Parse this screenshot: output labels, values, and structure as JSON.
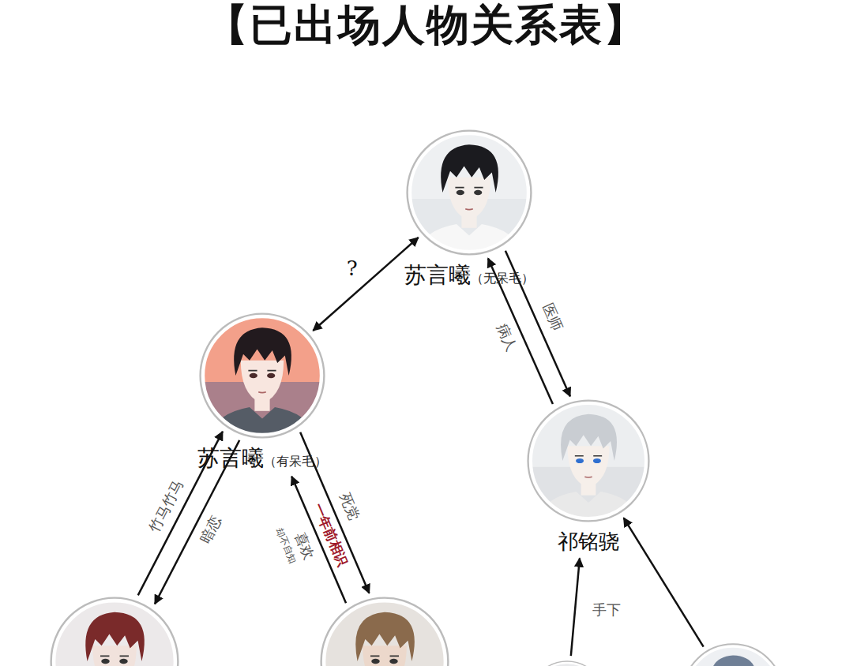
{
  "diagram": {
    "title": "【已出场人物关系表】",
    "nodes": [
      {
        "text": [
          "苏言曦",
          "（无呆毛）"
        ]
      },
      {
        "text": [
          "苏言曦",
          "（有呆毛）"
        ]
      },
      {
        "text": [
          "祁铭骁"
        ]
      },
      {
        "text": []
      },
      {
        "text": []
      },
      {
        "text": []
      },
      {
        "text": []
      }
    ],
    "edges": [
      {
        "from": 0,
        "to": 1,
        "label": "?",
        "arrow": "both"
      },
      {
        "from": 2,
        "to": 0,
        "label": "病人",
        "arrow": "to"
      },
      {
        "from": 0,
        "to": 2,
        "label": "医师",
        "arrow": "to"
      },
      {
        "from": 3,
        "to": 1,
        "label": "竹马竹马",
        "arrow": "to"
      },
      {
        "from": 1,
        "to": 3,
        "label": "暗恋",
        "arrow": "to"
      },
      {
        "from": 4,
        "to": 1,
        "label": "喜欢",
        "arrow": "to"
      },
      {
        "from": 1,
        "to": 4,
        "label": "死党",
        "arrow": "to"
      },
      {
        "from": 5,
        "to": 2,
        "label": "手下",
        "arrow": "to"
      },
      {
        "from": 6,
        "to": 2,
        "arrow": "to"
      }
    ],
    "labels": [
      "一年前相识",
      "却不自知"
    ]
  }
}
